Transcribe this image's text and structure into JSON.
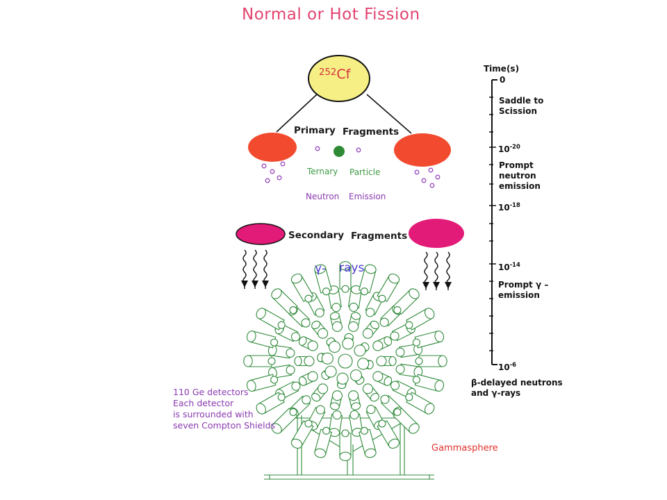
{
  "title": "Normal or Hot Fission",
  "source": {
    "mass": "252",
    "element": "Cf"
  },
  "primary": {
    "label1": "Primary",
    "label2": "Fragments"
  },
  "ternary": {
    "label1": "Ternary",
    "label2": "Particle"
  },
  "neutron": {
    "label1": "Neutron",
    "label2": "Emission"
  },
  "secondary": {
    "label1": "Secondary",
    "label2": "Fragments"
  },
  "gamma": {
    "symbol": "γ-",
    "label": "rays"
  },
  "timeline": {
    "header": "Time(s)",
    "t0": "0",
    "saddle_line1": "Saddle  to",
    "saddle_line2": "Scission",
    "t1_base": "10",
    "t1_exp": "-20",
    "prompt_neutron_line1": "Prompt",
    "prompt_neutron_line2": "neutron",
    "prompt_neutron_line3": "emission",
    "t2_base": "10",
    "t2_exp": "-18",
    "t3_base": "10",
    "t3_exp": "-14",
    "prompt_gamma_line1": "Prompt  γ  –",
    "prompt_gamma_line2": "emission",
    "t4_base": "10",
    "t4_exp": "-6",
    "beta_line1": "β-delayed  neutrons",
    "beta_line2": "and  γ-rays"
  },
  "detectors": {
    "line1": "110  Ge  detectors",
    "line2": "Each  detector",
    "line3": "is  surrounded  with",
    "line4": "seven  Compton  Shields"
  },
  "apparatus_label": "Gammasphere",
  "colors": {
    "title": "#e2436f",
    "cf_fill": "#f6ef86",
    "primary_fragment": "#f24a2e",
    "secondary_fragment": "#e21a78",
    "ternary_particle": "#2f8a36",
    "neutron": "#9a4ac0",
    "gamma_text": "#4a3ad0",
    "apparatus": "#2f8a3a"
  }
}
